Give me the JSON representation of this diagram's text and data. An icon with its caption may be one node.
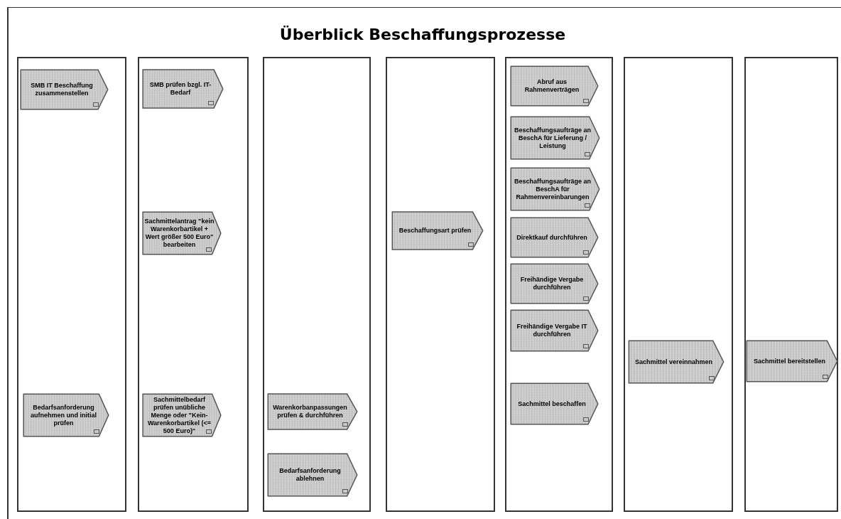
{
  "diagram": {
    "title": "Überblick Beschaffungsprozesse",
    "nodes": [
      {
        "text": [],
        "shape": "box"
      },
      {
        "text": [
          "SMB IT Beschaffung zusammenstellen"
        ],
        "in": 0
      },
      {
        "text": [
          "Bedarfsanforderung aufnehmen und initial prüfen"
        ],
        "in": 0
      },
      {
        "text": [],
        "shape": "box"
      },
      {
        "text": [
          "SMB prüfen bzgl. IT-Bedarf"
        ],
        "in": 3
      },
      {
        "text": [
          "Sachmittelantrag \"kein Warenkorbartikel + Wert größer 500 Euro\" bearbeiten"
        ],
        "in": 3
      },
      {
        "text": [
          "Sachmittelbedarf prüfen unübliche Menge oder \"Kein-Warenkorbartikel (<= 500 Euro)\""
        ],
        "in": 3
      },
      {
        "text": [],
        "shape": "box"
      },
      {
        "text": [
          "Warenkorbanpassungen prüfen & durchführen"
        ],
        "in": 7
      },
      {
        "text": [
          "Bedarfsanforderung ablehnen"
        ],
        "in": 7
      },
      {
        "text": [],
        "shape": "box"
      },
      {
        "text": [
          "Beschaffungsart prüfen"
        ],
        "in": 10
      },
      {
        "text": [],
        "shape": "box"
      },
      {
        "text": [
          "Abruf aus Rahmenverträgen"
        ],
        "in": 12
      },
      {
        "text": [
          "Beschaffungsaufträge an BeschA für Lieferung / Leistung"
        ],
        "in": 12
      },
      {
        "text": [
          "Beschaffungsaufträge an BeschA für Rahmenvereinbarungen"
        ],
        "in": 12
      },
      {
        "text": [
          "Direktkauf durchführen"
        ],
        "in": 12
      },
      {
        "text": [
          "Freihändige Vergabe durchführen"
        ],
        "in": 12
      },
      {
        "text": [
          "Freihändige Vergabe IT durchführen"
        ],
        "in": 12
      },
      {
        "text": [
          "Sachmittel beschaffen"
        ],
        "in": 12
      },
      {
        "text": [],
        "shape": "box"
      },
      {
        "text": [
          "Sachmittel vereinnahmen"
        ],
        "in": 20
      },
      {
        "text": [],
        "shape": "box"
      },
      {
        "text": [
          "Sachmittel bereitstellen"
        ],
        "in": 22
      }
    ],
    "edges": []
  }
}
